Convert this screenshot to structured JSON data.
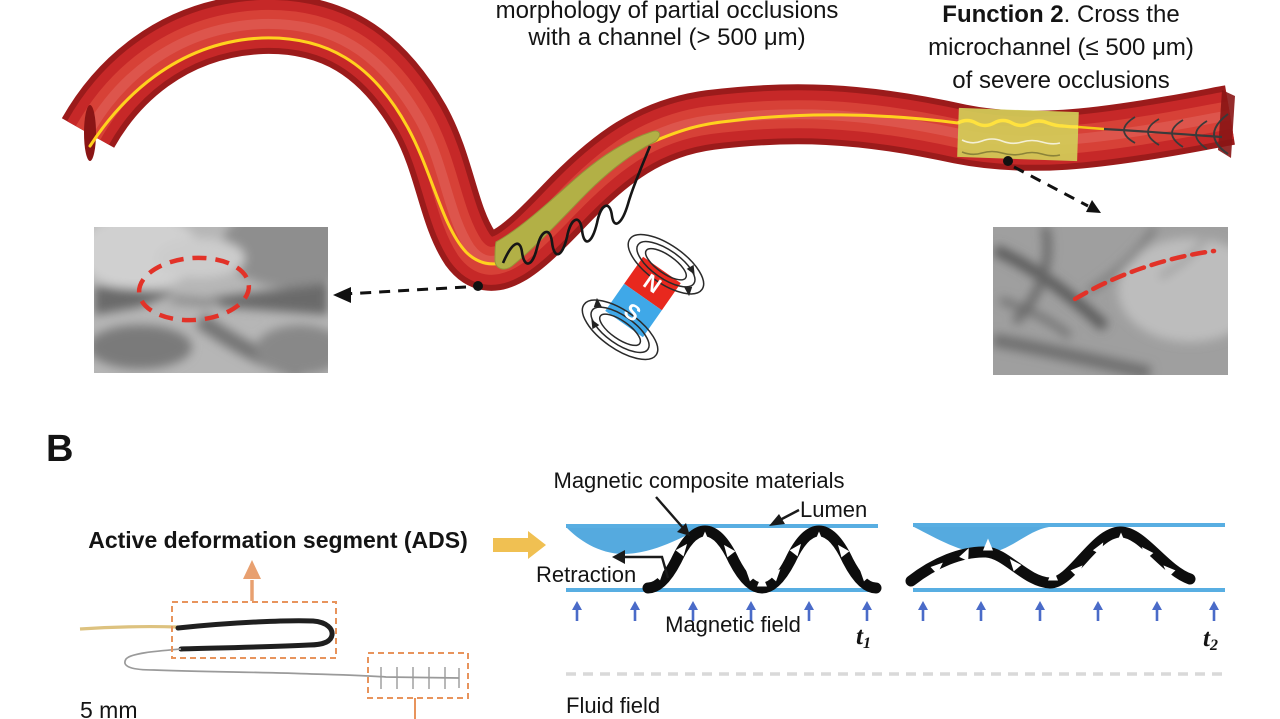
{
  "figure": {
    "panel_a": {
      "caption_left": {
        "line1": "morphology of partial occlusions",
        "line2": "with a channel (> 500 μm)"
      },
      "caption_right": {
        "lead_bold": "Function 2",
        "lead_rest": ". Cross the",
        "line2": "microchannel (≤ 500 μm)",
        "line3": "of severe occlusions"
      },
      "magnet": {
        "north_label": "N",
        "south_label": "S"
      }
    },
    "panel_b": {
      "panel_label": "B",
      "ads_label": "Active deformation segment (ADS)",
      "scale_label": "5 mm",
      "labels": {
        "magnetic_composite": "Magnetic composite materials",
        "lumen": "Lumen",
        "retraction": "Retraction",
        "magnetic_field": "Magnetic field",
        "fluid_field": "Fluid field",
        "time1_base": "t",
        "time1_sub": "1",
        "time2_base": "t",
        "time2_sub": "2"
      }
    },
    "colors": {
      "vessel_red": "#c62828",
      "vessel_dark_red": "#9b1b1b",
      "occlusion_olive": "#b2b046",
      "occlusion_band_yellow": "#d2cd58",
      "guidewire_yellow": "#ffd21e",
      "magnet_north_red": "#e8281e",
      "magnet_south_blue": "#3fa8e8",
      "lumen_blue": "#58aee2",
      "field_arrow_blue": "#4a6bc8",
      "annotation_orange": "#e8945c",
      "block_arrow_yellow": "#f0c052",
      "highlight_red_dashed": "#e23228"
    }
  }
}
